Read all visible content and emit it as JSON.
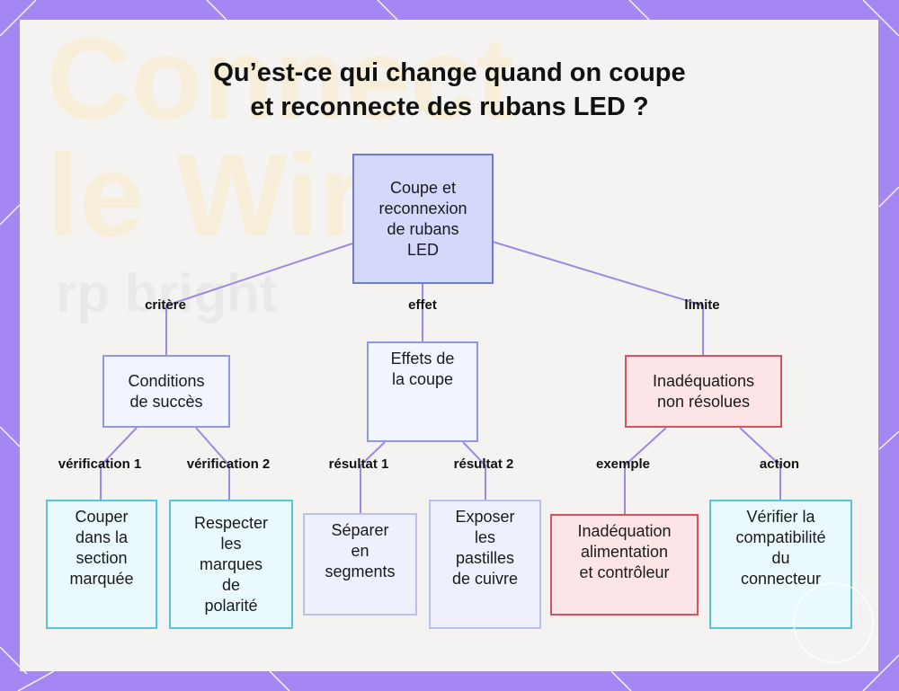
{
  "title": "Qu’est-ce qui change quand on coupe\net reconnecte des rubans LED ?",
  "background_text": {
    "line1": "Connect",
    "line2": "le Wires",
    "line3": "rp bright"
  },
  "nodes": {
    "root": "Coupe et\nreconnexion\nde rubans\nLED",
    "conditions": "Conditions\nde succès",
    "effets": "Effets de\nla coupe",
    "inadequations": "Inadéquations\nnon résolues",
    "couper": "Couper\ndans la\nsection\nmarquée",
    "respecter": "Respecter\nles\nmarques\nde\npolarité",
    "separer": "Séparer\nen\nsegments",
    "exposer": "Exposer\nles\npastilles\nde cuivre",
    "inadequation_alim": "Inadéquation\nalimentation\net contrôleur",
    "verifier": "Vérifier la\ncompatibilité\ndu\nconnecteur"
  },
  "edge_labels": {
    "critere": "critère",
    "effet": "effet",
    "limite": "limite",
    "verification1": "vérification 1",
    "verification2": "vérification 2",
    "resultat1": "résultat 1",
    "resultat2": "résultat 2",
    "exemple": "exemple",
    "action": "action"
  },
  "colors": {
    "frame": "#a487f2",
    "edge": "#9d88e4",
    "root_fill": "#d4d8fb",
    "root_border": "#6f7ad6",
    "red_border": "#d9505f",
    "cyan_border": "#56c6d6"
  }
}
